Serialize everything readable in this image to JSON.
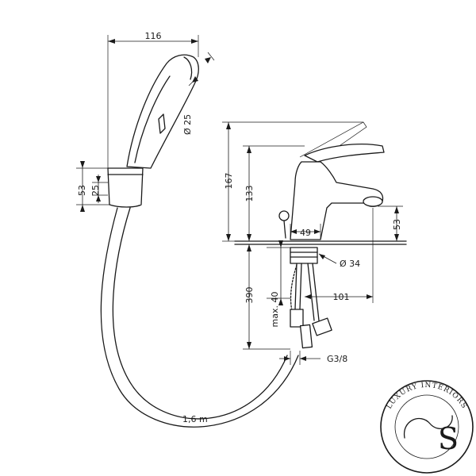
{
  "dimensions": {
    "handshower_width": "116",
    "spray_diameter": "Ø 25",
    "holder_height": "53",
    "holder_inner": "25",
    "total_height": "167",
    "spout_height": "133",
    "spout_to_base": "53",
    "base_width": "49",
    "base_diameter": "Ø 34",
    "hose_drop": "390",
    "max_thickness": "max. 40",
    "spout_reach": "101",
    "connector": "G3/8",
    "hose_length": "1,6 m"
  },
  "logo": {
    "text": "LUXURY INTERIORS",
    "monogram": "S"
  },
  "colors": {
    "line": "#1a1a1a",
    "background": "#ffffff"
  }
}
